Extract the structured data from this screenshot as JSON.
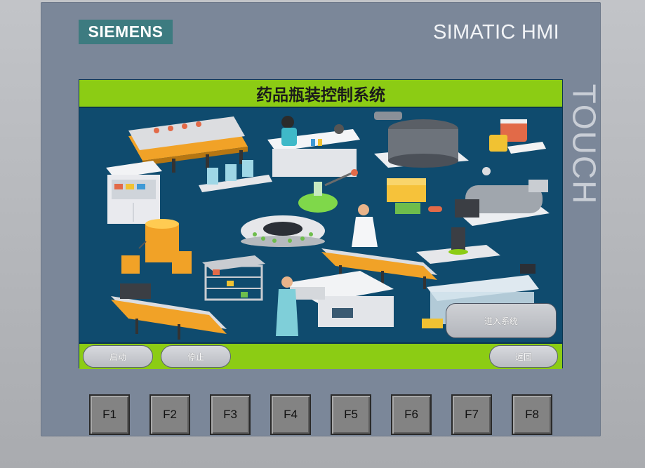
{
  "header": {
    "logo_text": "SIEMENS",
    "product_name": "SIMATIC HMI",
    "side_label": "TOUCH"
  },
  "screen": {
    "title": "药品瓶装控制系统",
    "enter_button_label": "进入系统",
    "bottom_bar": {
      "start_label": "启动",
      "stop_label": "停止",
      "back_label": "返回"
    }
  },
  "function_keys": [
    "F1",
    "F2",
    "F3",
    "F4",
    "F5",
    "F6",
    "F7",
    "F8"
  ],
  "colors": {
    "bezel": "#7b8799",
    "screen_background": "#0f4b6e",
    "title_bar": "#8ccc14",
    "logo_background": "#3d7b80",
    "conveyor_orange": "#f1a227"
  }
}
